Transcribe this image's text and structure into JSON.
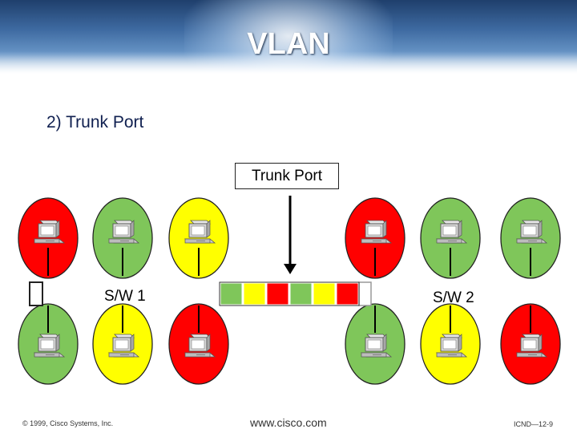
{
  "slide": {
    "title": "VLAN",
    "subtitle": "2) Trunk Port",
    "trunk_callout": "Trunk Port"
  },
  "switches": [
    {
      "label": "S/W 1"
    },
    {
      "label": "S/W 2"
    }
  ],
  "hosts": {
    "sw1_top": [
      "red",
      "green",
      "yellow"
    ],
    "sw1_bottom": [
      "green",
      "yellow",
      "red"
    ],
    "sw2_top": [
      "red",
      "green",
      "green"
    ],
    "sw2_bottom": [
      "green",
      "yellow",
      "red"
    ]
  },
  "trunk_segments": [
    "green",
    "yellow",
    "red",
    "green",
    "yellow",
    "red"
  ],
  "colors": {
    "red": "#ff0000",
    "green": "#7fc65a",
    "yellow": "#ffff00",
    "header_dark": "#1f3f6c"
  },
  "icons": [
    "pc-icon",
    "port-icon",
    "arrow-icon"
  ],
  "footer": {
    "copyright": "© 1999, Cisco Systems, Inc.",
    "website": "www.cisco.com",
    "slide_ref": "ICND—12-9"
  }
}
